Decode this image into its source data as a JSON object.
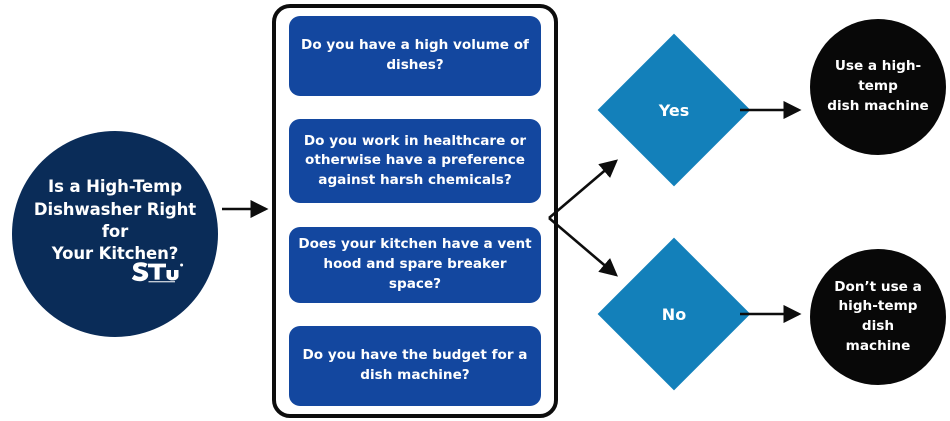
{
  "diagram": {
    "title": "Is a High-Temp Dishwasher Right for Your Kitchen?",
    "type": "decision-flowchart",
    "colors": {
      "navy": "#0a2c58",
      "royal_blue": "#13479f",
      "teal_blue": "#1380ba",
      "black": "#080808",
      "white": "#ffffff"
    }
  },
  "start": {
    "line1": "Is a High-Temp",
    "line2": "Dishwasher Right for",
    "line3": "Your Kitchen?",
    "logo_name": "statu-brand-logo"
  },
  "questions": {
    "items": [
      {
        "text": "Do you have a high volume of dishes?"
      },
      {
        "text": "Do you work in healthcare or otherwise have a preference against harsh chemicals?"
      },
      {
        "text": "Does your kitchen have a vent hood and spare breaker space?"
      },
      {
        "text": "Do you have the budget for a dish machine?"
      }
    ]
  },
  "decisions": {
    "yes": {
      "label": "Yes"
    },
    "no": {
      "label": "No"
    }
  },
  "outcomes": {
    "yes": {
      "line1": "Use a high-temp",
      "line2": "dish machine"
    },
    "no": {
      "line1": "Don’t use a",
      "line2": "high-temp dish",
      "line3": "machine"
    }
  },
  "connectors": [
    {
      "name": "start-to-questions",
      "from": "start-circle",
      "to": "questions-panel"
    },
    {
      "name": "questions-to-yes",
      "from": "questions-panel",
      "to": "diamond-yes"
    },
    {
      "name": "questions-to-no",
      "from": "questions-panel",
      "to": "diamond-no"
    },
    {
      "name": "yes-to-outcome",
      "from": "diamond-yes",
      "to": "end-circle-yes"
    },
    {
      "name": "no-to-outcome",
      "from": "diamond-no",
      "to": "end-circle-no"
    }
  ]
}
